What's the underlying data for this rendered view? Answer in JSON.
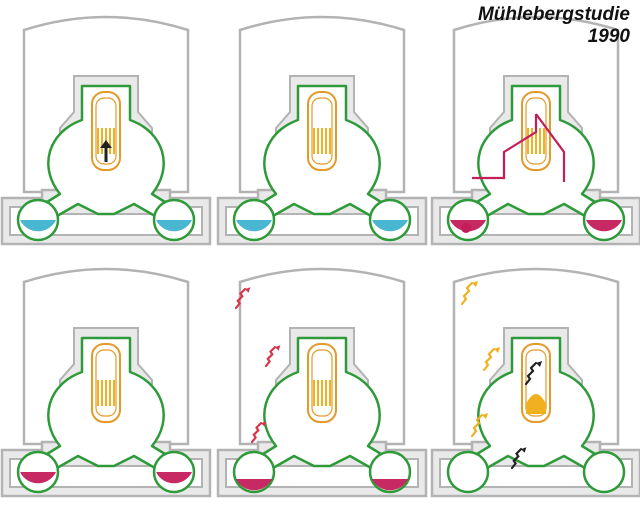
{
  "title": {
    "line1": "Mühlebergstudie",
    "line2": "1990"
  },
  "colors": {
    "building": "#b3b3b3",
    "building_light": "#e9e9e9",
    "containment": "#2e9a3a",
    "vessel": "#e49a2a",
    "core": "#f0b020",
    "water": "#3fb2d0",
    "melt": "#c41e5a",
    "arrow_red": "#d8344a",
    "arrow_yellow": "#f0b020",
    "arrow_dark": "#222222"
  },
  "panels": [
    {
      "id": "1",
      "pool": "water",
      "core": "normal"
    },
    {
      "id": "2",
      "pool": "water_bubbling",
      "core": "damaged"
    },
    {
      "id": "3",
      "pool": "melt",
      "core": "damaged"
    },
    {
      "id": "4",
      "pool": "melt",
      "core": "normal"
    },
    {
      "id": "5",
      "pool": "melt_low",
      "core": "normal"
    },
    {
      "id": "6",
      "pool": "empty",
      "core": "molten"
    }
  ]
}
